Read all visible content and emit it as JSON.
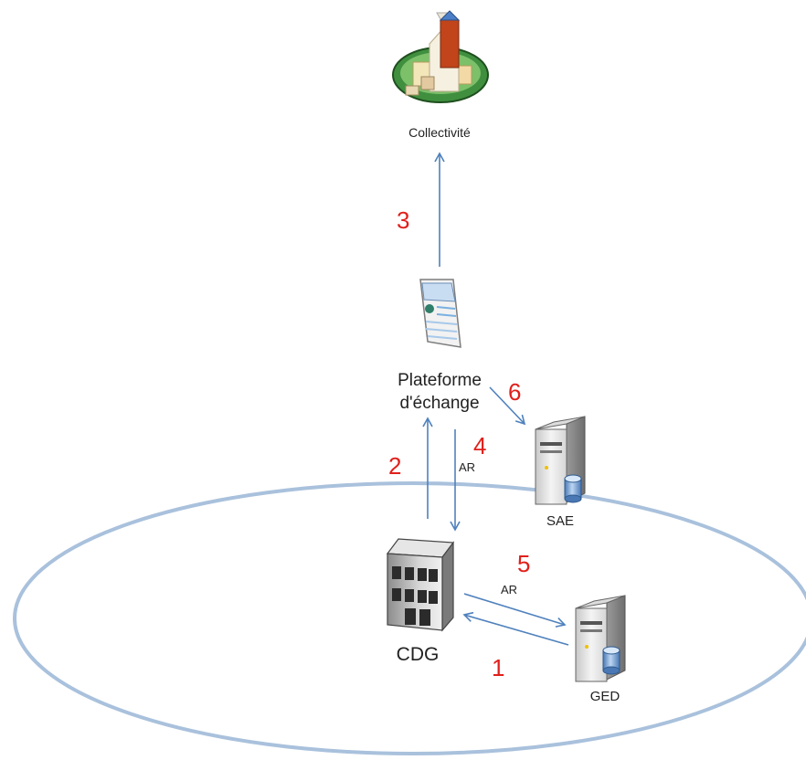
{
  "nodes": {
    "collectivite": {
      "label": "Collectivité"
    },
    "plateforme": {
      "label_line1": "Plateforme",
      "label_line2": "d'échange"
    },
    "sae": {
      "label": "SAE"
    },
    "cdg": {
      "label": "CDG"
    },
    "ged": {
      "label": "GED"
    }
  },
  "steps": {
    "s1": "1",
    "s2": "2",
    "s3": "3",
    "s4": "4",
    "s5": "5",
    "s6": "6"
  },
  "arrow_labels": {
    "ar_4": "AR",
    "ar_5": "AR"
  },
  "colors": {
    "arrow": "#4f81bd",
    "ellipse": "#a9c1dc",
    "step_number": "#e0201b"
  }
}
